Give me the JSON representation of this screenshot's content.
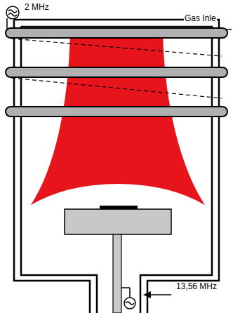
{
  "diagram": {
    "labels": [
      "2 MHz",
      "Gas Inle",
      "13,56 MHz"
    ]
  }
}
